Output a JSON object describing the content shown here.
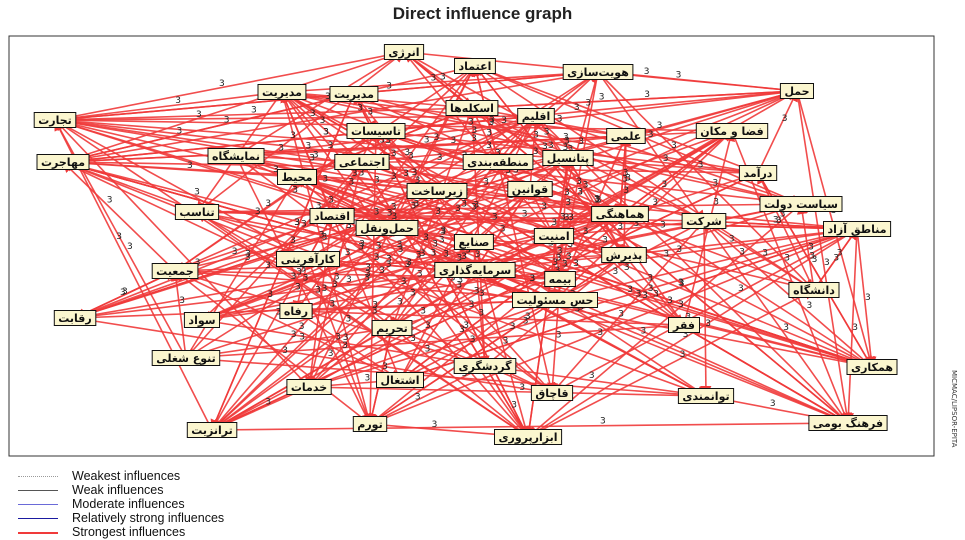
{
  "title": "Direct influence graph",
  "edge_weight_label": "3",
  "edge_color": "#f03a3a",
  "side_credit": "MICMAC/LIPSOR-EPITA",
  "legend": [
    {
      "label": "Weakest influences",
      "color": "#9a9a9a",
      "style": "dotted"
    },
    {
      "label": "Weak influences",
      "color": "#555555",
      "style": "solid"
    },
    {
      "label": "Moderate influences",
      "color": "#6a6ad8",
      "style": "solid"
    },
    {
      "label": "Relatively strong influences",
      "color": "#1a1aa0",
      "style": "solid"
    },
    {
      "label": "Strongest influences",
      "color": "#f03a3a",
      "style": "solid"
    }
  ],
  "nodes": [
    {
      "id": "n1",
      "label": "انرژی"
    },
    {
      "id": "n2",
      "label": "اعتماد"
    },
    {
      "id": "n3",
      "label": "هویت‌سازی"
    },
    {
      "id": "n4",
      "label": "حمل"
    },
    {
      "id": "n5",
      "label": "مدیریت"
    },
    {
      "id": "n6",
      "label": "مدیریت"
    },
    {
      "id": "n7",
      "label": "اسکله‌ها"
    },
    {
      "id": "n8",
      "label": "اقلیم"
    },
    {
      "id": "n9",
      "label": "تجارت"
    },
    {
      "id": "n10",
      "label": "تاسیسات"
    },
    {
      "id": "n11",
      "label": "علمی"
    },
    {
      "id": "n12",
      "label": "فضا و مکان"
    },
    {
      "id": "n13",
      "label": "مهاجرت"
    },
    {
      "id": "n14",
      "label": "نمایشگاه"
    },
    {
      "id": "n15",
      "label": "اجتماعی"
    },
    {
      "id": "n16",
      "label": "منطقه‌بندی"
    },
    {
      "id": "n17",
      "label": "پتانسیل"
    },
    {
      "id": "n18",
      "label": "درآمد"
    },
    {
      "id": "n19",
      "label": "محیط"
    },
    {
      "id": "n20",
      "label": "زیرساخت"
    },
    {
      "id": "n21",
      "label": "قوانین"
    },
    {
      "id": "n22",
      "label": "سیاست دولت"
    },
    {
      "id": "n23",
      "label": "تناسب"
    },
    {
      "id": "n24",
      "label": "هماهنگی"
    },
    {
      "id": "n25",
      "label": "اقتصاد"
    },
    {
      "id": "n26",
      "label": "حمل‌ونقل"
    },
    {
      "id": "n27",
      "label": "شرکت"
    },
    {
      "id": "n28",
      "label": "مناطق آزاد"
    },
    {
      "id": "n29",
      "label": "صنایع"
    },
    {
      "id": "n30",
      "label": "امنیت"
    },
    {
      "id": "n31",
      "label": "کارآفرینی"
    },
    {
      "id": "n32",
      "label": "پذیرش"
    },
    {
      "id": "n33",
      "label": "جمعیت"
    },
    {
      "id": "n34",
      "label": "سرمایه‌گذاری"
    },
    {
      "id": "n35",
      "label": "بیمه"
    },
    {
      "id": "n36",
      "label": "دانشگاه"
    },
    {
      "id": "n37",
      "label": "رقابت"
    },
    {
      "id": "n38",
      "label": "سواد"
    },
    {
      "id": "n39",
      "label": "رفاه"
    },
    {
      "id": "n40",
      "label": "حس مسئولیت"
    },
    {
      "id": "n41",
      "label": "تحریم"
    },
    {
      "id": "n42",
      "label": "فقر"
    },
    {
      "id": "n43",
      "label": "تنوع شغلی"
    },
    {
      "id": "n44",
      "label": "گردشگری"
    },
    {
      "id": "n45",
      "label": "همکاری"
    },
    {
      "id": "n46",
      "label": "اشتغال"
    },
    {
      "id": "n47",
      "label": "خدمات"
    },
    {
      "id": "n48",
      "label": "قاچاق"
    },
    {
      "id": "n49",
      "label": "توانمندی"
    },
    {
      "id": "n50",
      "label": "ترانزیت"
    },
    {
      "id": "n51",
      "label": "تورم"
    },
    {
      "id": "n52",
      "label": "فرهنگ بومی"
    },
    {
      "id": "n53",
      "label": "ابزارپروری"
    }
  ]
}
